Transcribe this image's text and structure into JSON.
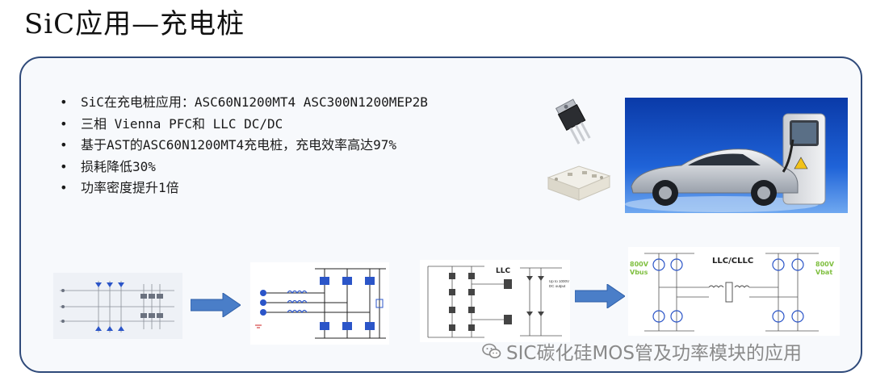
{
  "slide": {
    "title": "SiC应用—充电桩",
    "bullets": [
      "SiC在充电桩应用：ASC60N1200MT4 ASC300N1200MEP2B",
      "三相 Vienna PFC和 LLC  DC/DC",
      "基于AST的ASC60N1200MT4充电桩，充电效率高达97%",
      "损耗降低30%",
      "功率密度提升1倍"
    ]
  },
  "schematics": {
    "llc_label": "LLC",
    "llc_output_note_line1": "Up to 1000V",
    "llc_output_note_line2": "DC output",
    "cllc_label": "LLC/CLLC",
    "left_bus_label_line1": "800V",
    "left_bus_label_line2": "Vbus",
    "right_bus_label_line1": "800V",
    "right_bus_label_line2": "Vbat"
  },
  "watermark": {
    "text": "SIC碳化硅MOS管及功率模块的应用"
  },
  "colors": {
    "panel_border": "#2f4a7a",
    "arrow": "#4a7ec8",
    "schematic_blue": "#2b55c8",
    "bus_label_green": "#7fbf3f"
  },
  "icons": [
    "wechat-icon"
  ]
}
